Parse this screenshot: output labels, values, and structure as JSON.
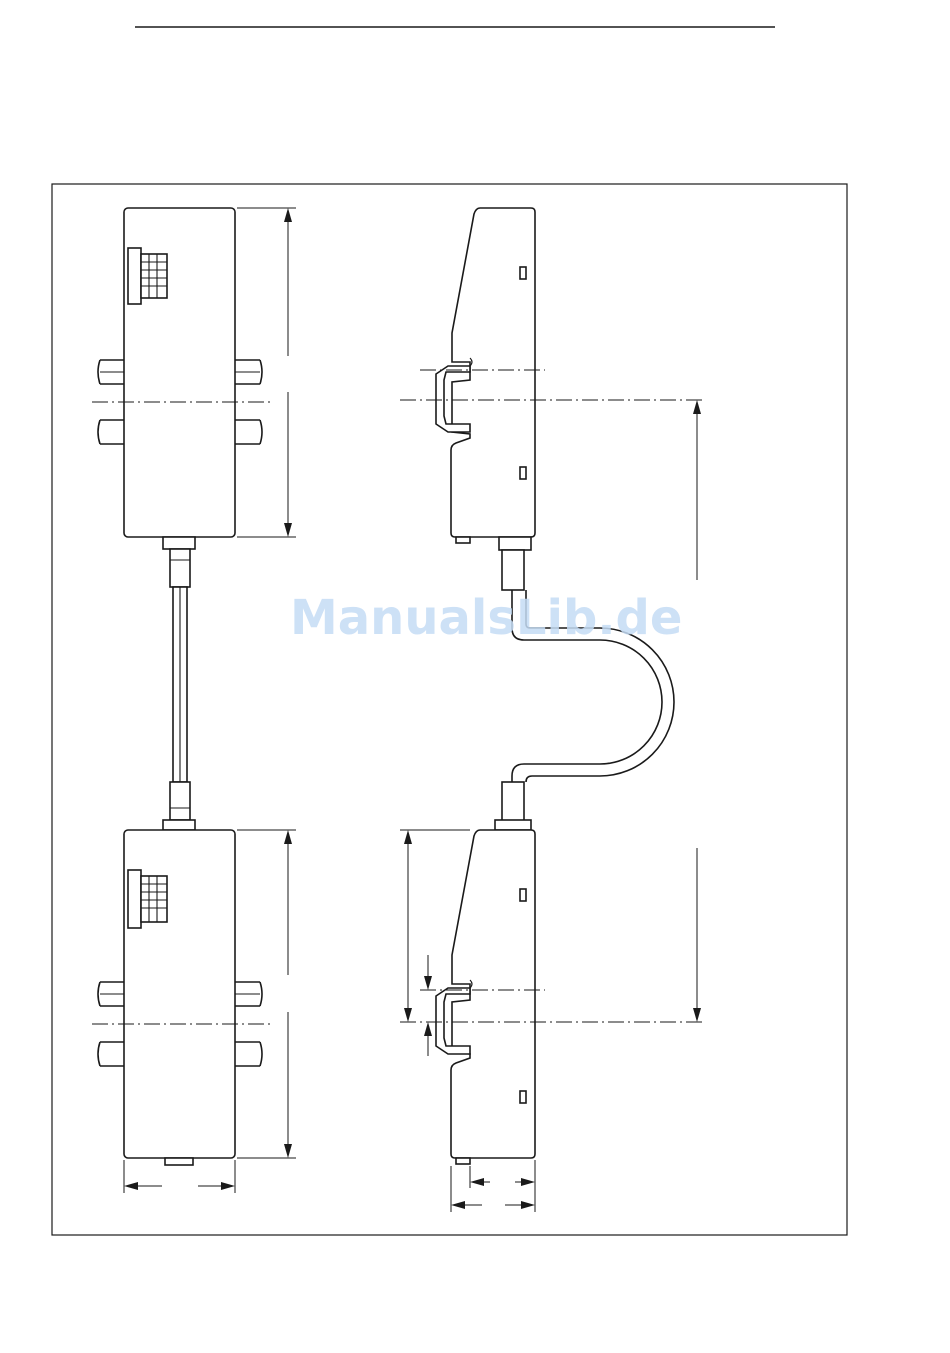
{
  "watermark": {
    "text": "ManualsLib.de",
    "color": "#c5dcf5"
  },
  "drawing": {
    "line_color": "#1a1a1a",
    "views": [
      "front-view-top-module",
      "front-view-bottom-module",
      "side-view-top-module",
      "side-view-bottom-module"
    ],
    "icons": [
      "connector-block-icon",
      "din-rail-icon",
      "cable-icon",
      "dimension-arrow-icon"
    ]
  }
}
